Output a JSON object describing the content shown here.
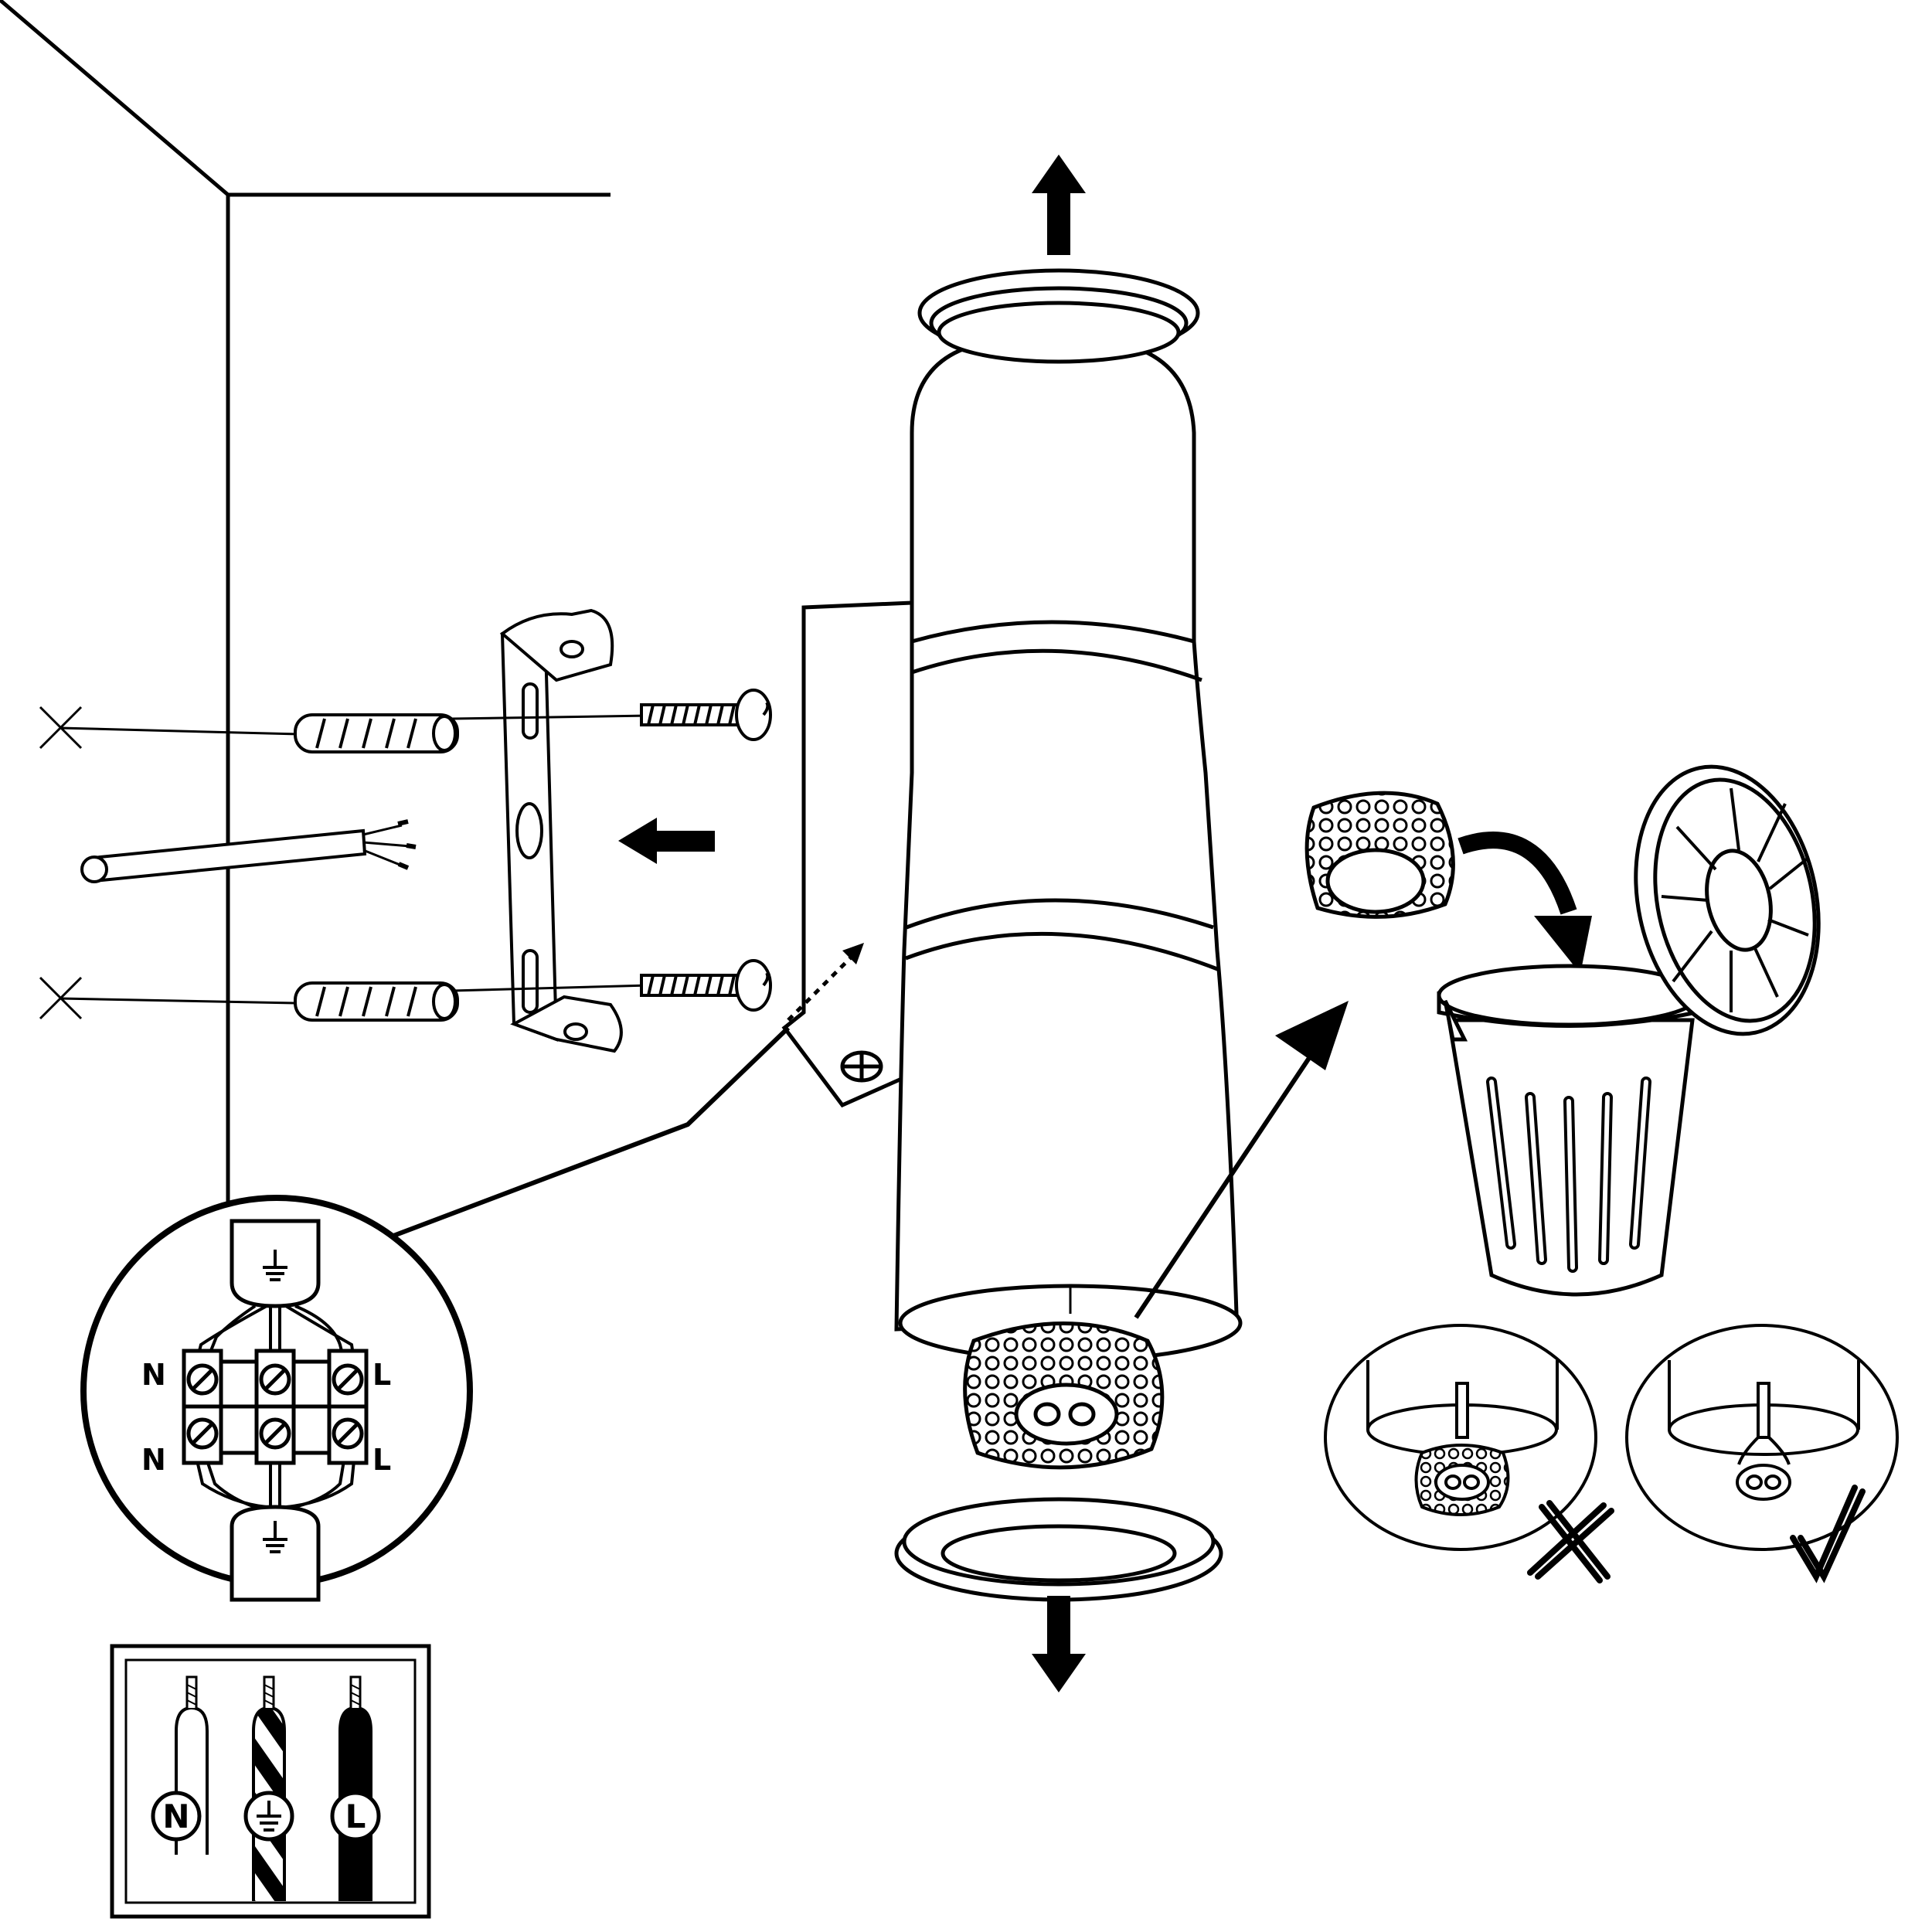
{
  "colors": {
    "ink": "#000000",
    "paper": "#ffffff"
  },
  "wiring_detail": {
    "left_top": "N",
    "left_bottom": "N",
    "right_top": "L",
    "right_bottom": "L"
  },
  "wire_legend": {
    "neutral": "N",
    "live": "L",
    "earth_icon": "earth-ground-icon"
  },
  "gasket_options": {
    "wrong_icon": "cross-mark-icon",
    "right_icon": "check-mark-icon"
  }
}
